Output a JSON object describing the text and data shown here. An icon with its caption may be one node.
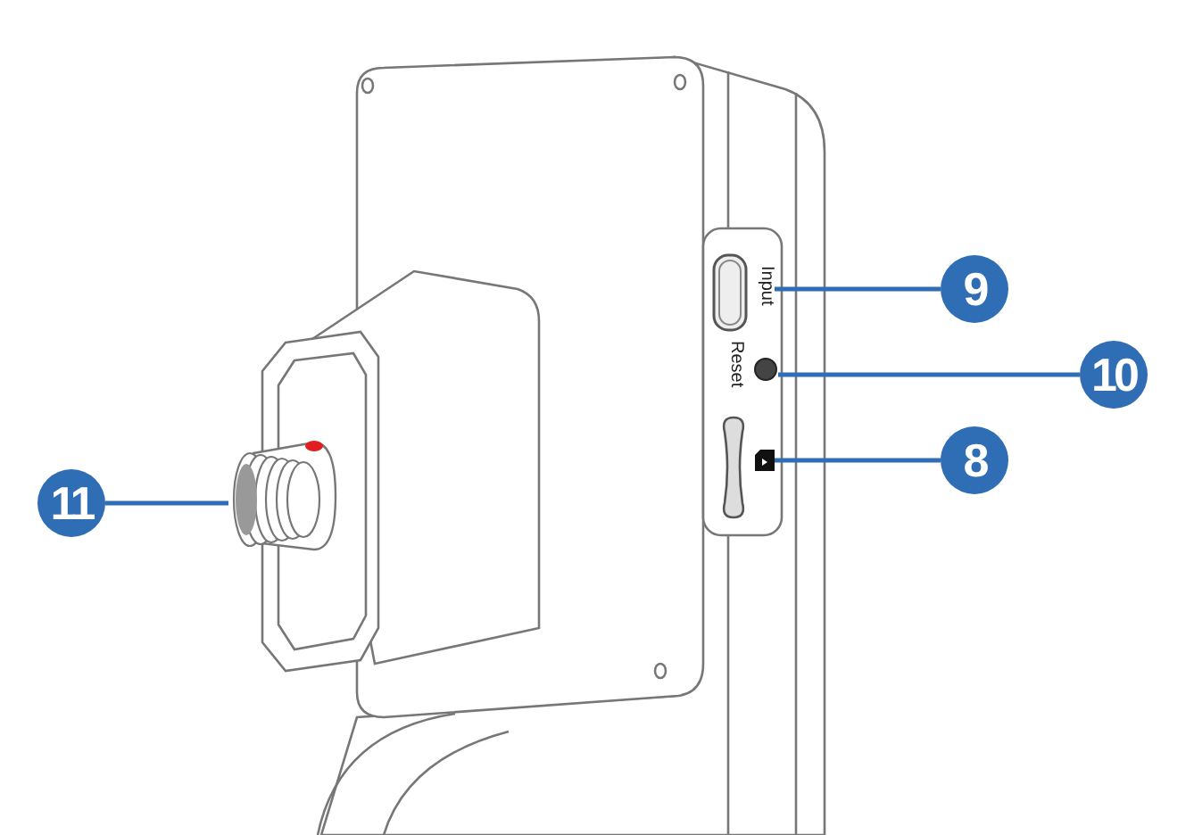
{
  "diagram": {
    "nodes": [
      {
        "text": [
          "9"
        ]
      },
      {
        "text": [
          "10"
        ]
      },
      {
        "text": [
          "8"
        ]
      },
      {
        "text": [
          "11"
        ]
      },
      {
        "text": [],
        "shape": "box",
        "beside": [
          "Input"
        ]
      },
      {
        "text": [],
        "shape": "circle",
        "beside": [
          "Reset"
        ]
      },
      {
        "text": [],
        "shape": "box"
      },
      {
        "text": [],
        "shape": "cylinder"
      }
    ],
    "edges": [
      {
        "from": 0,
        "to": 4,
        "arrow": "none"
      },
      {
        "from": 1,
        "to": 5,
        "arrow": "none"
      },
      {
        "from": 2,
        "to": 6,
        "arrow": "none"
      },
      {
        "from": 3,
        "to": 7,
        "arrow": "none"
      }
    ]
  }
}
